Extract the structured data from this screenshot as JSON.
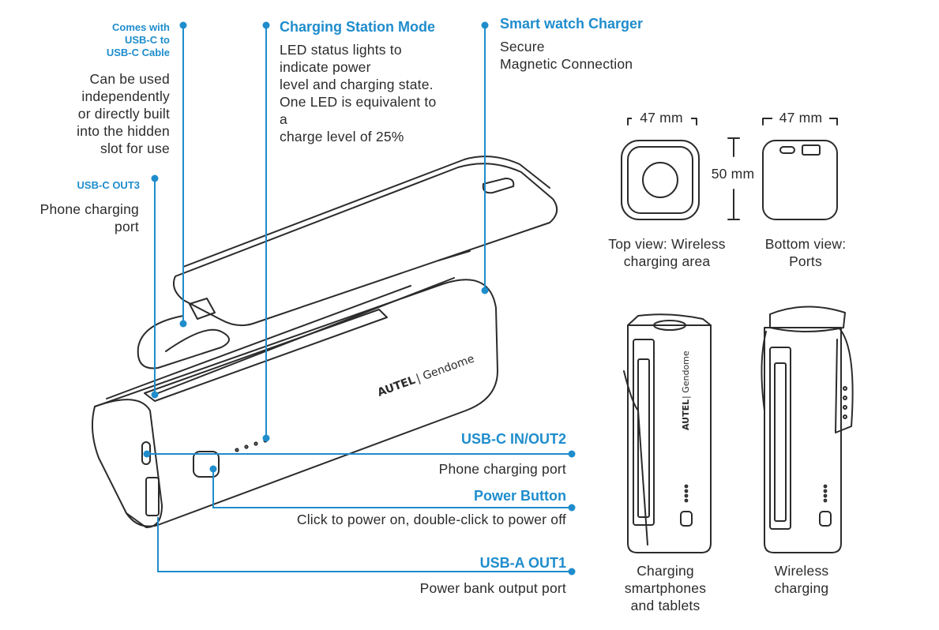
{
  "callouts": {
    "cable_title": "Comes with\nUSB-C to\nUSB-C Cable",
    "cable_desc": "Can be used\nindependently\nor directly built\ninto the hidden\nslot for use",
    "out3_title": "USB-C OUT3",
    "out3_desc": "Phone charging\nport",
    "station_title": "Charging Station Mode",
    "station_desc": "LED status lights to\nindicate power\nlevel and charging state.\nOne LED is equivalent to\na\ncharge level of 25%",
    "watch_title": "Smart watch Charger",
    "watch_desc": "Secure\nMagnetic Connection",
    "in_out2_title": "USB-C IN/OUT2",
    "in_out2_desc": "Phone charging port",
    "power_title": "Power Button",
    "power_desc": "Click to power on, double-click to power off",
    "out1_title": "USB-A OUT1",
    "out1_desc": "Power bank output port"
  },
  "dimensions": {
    "width_top": "47 mm",
    "width_bottom": "47 mm",
    "height": "50 mm"
  },
  "views": {
    "top_view": "Top view: Wireless\ncharging area",
    "bottom_view": "Bottom view:\nPorts",
    "phones_view": "Charging\nsmartphones\nand tablets",
    "wireless_view": "Wireless\ncharging"
  },
  "brand": {
    "logo_text": "AUTEL | Gendome",
    "accent": "#1f8dcc",
    "line": "#2b2b2b"
  }
}
